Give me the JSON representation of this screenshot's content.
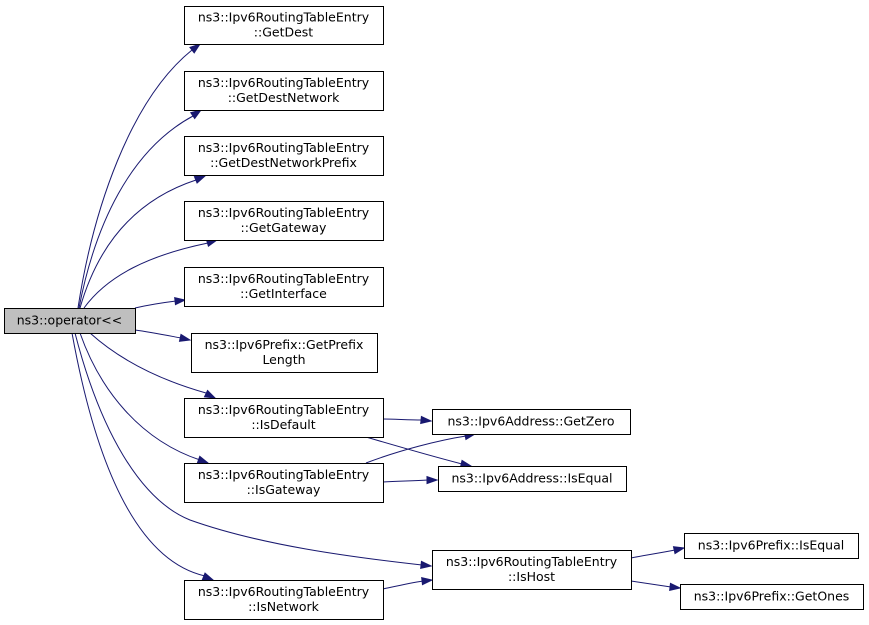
{
  "nodes": [
    {
      "id": "root",
      "lines": [
        "ns3::operator<<"
      ]
    },
    {
      "id": "getdest",
      "lines": [
        "ns3::Ipv6RoutingTableEntry",
        "::GetDest"
      ]
    },
    {
      "id": "getdestnetwork",
      "lines": [
        "ns3::Ipv6RoutingTableEntry",
        "::GetDestNetwork"
      ]
    },
    {
      "id": "getdestnetworkprefix",
      "lines": [
        "ns3::Ipv6RoutingTableEntry",
        "::GetDestNetworkPrefix"
      ]
    },
    {
      "id": "getgateway",
      "lines": [
        "ns3::Ipv6RoutingTableEntry",
        "::GetGateway"
      ]
    },
    {
      "id": "getinterface",
      "lines": [
        "ns3::Ipv6RoutingTableEntry",
        "::GetInterface"
      ]
    },
    {
      "id": "getprefixlength",
      "lines": [
        "ns3::Ipv6Prefix::GetPrefix",
        "Length"
      ]
    },
    {
      "id": "isdefault",
      "lines": [
        "ns3::Ipv6RoutingTableEntry",
        "::IsDefault"
      ]
    },
    {
      "id": "isgateway",
      "lines": [
        "ns3::Ipv6RoutingTableEntry",
        "::IsGateway"
      ]
    },
    {
      "id": "isnetwork",
      "lines": [
        "ns3::Ipv6RoutingTableEntry",
        "::IsNetwork"
      ]
    },
    {
      "id": "getzero",
      "lines": [
        "ns3::Ipv6Address::GetZero"
      ]
    },
    {
      "id": "addrisequal",
      "lines": [
        "ns3::Ipv6Address::IsEqual"
      ]
    },
    {
      "id": "ishost",
      "lines": [
        "ns3::Ipv6RoutingTableEntry",
        "::IsHost"
      ]
    },
    {
      "id": "prefixisequal",
      "lines": [
        "ns3::Ipv6Prefix::IsEqual"
      ]
    },
    {
      "id": "getones",
      "lines": [
        "ns3::Ipv6Prefix::GetOnes"
      ]
    }
  ],
  "edges": [
    {
      "from": "root",
      "to": "getdest"
    },
    {
      "from": "root",
      "to": "getdestnetwork"
    },
    {
      "from": "root",
      "to": "getdestnetworkprefix"
    },
    {
      "from": "root",
      "to": "getgateway"
    },
    {
      "from": "root",
      "to": "getinterface"
    },
    {
      "from": "root",
      "to": "getprefixlength"
    },
    {
      "from": "root",
      "to": "isdefault"
    },
    {
      "from": "root",
      "to": "isgateway"
    },
    {
      "from": "root",
      "to": "ishost"
    },
    {
      "from": "root",
      "to": "isnetwork"
    },
    {
      "from": "isdefault",
      "to": "getzero"
    },
    {
      "from": "isdefault",
      "to": "addrisequal"
    },
    {
      "from": "isgateway",
      "to": "getzero"
    },
    {
      "from": "isgateway",
      "to": "addrisequal"
    },
    {
      "from": "ishost",
      "to": "prefixisequal"
    },
    {
      "from": "ishost",
      "to": "getones"
    },
    {
      "from": "isnetwork",
      "to": "ishost"
    }
  ],
  "colors": {
    "edge": "#191970",
    "root_fill": "#bfbfbf",
    "node_fill": "#ffffff",
    "node_border": "#000000"
  }
}
